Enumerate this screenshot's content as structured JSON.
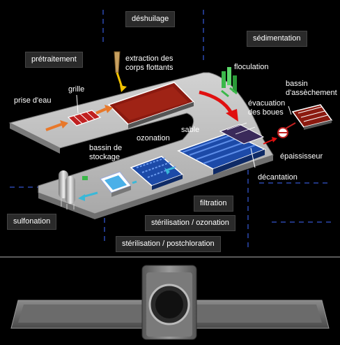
{
  "stages": {
    "deshuilage": "déshuilage",
    "pretraitement": "prétraitement",
    "sedimentation": "sédimentation",
    "filtration": "filtration",
    "sulfonation": "sulfonation",
    "sterilisation_ozonation": "stérilisation / ozonation",
    "sterilisation_postchloration": "stérilisation / postchloration"
  },
  "labels": {
    "prise_deau": "prise d'eau",
    "grille": "grille",
    "extraction_1": "extraction des",
    "extraction_2": "corps flottants",
    "floculation": "floculation",
    "bassin_1": "bassin",
    "bassin_2": "d'assèchement",
    "evacuation_1": "évacuation",
    "evacuation_2": "des boues",
    "epaississeur": "épaississeur",
    "sable": "sable",
    "ozonation": "ozonation",
    "stockage_1": "bassin de",
    "stockage_2": "stockage",
    "decantation": "décantation"
  },
  "colors": {
    "platform": "#b9b9b9",
    "water_red": "#8b1a10",
    "filter_blue": "#1c4aa8",
    "arrow_orange": "#e8782a",
    "arrow_red": "#e01010",
    "arrow_cyan": "#3ab8d8",
    "tank_green": "#3bb84a",
    "divider_blue": "#3355cc"
  }
}
